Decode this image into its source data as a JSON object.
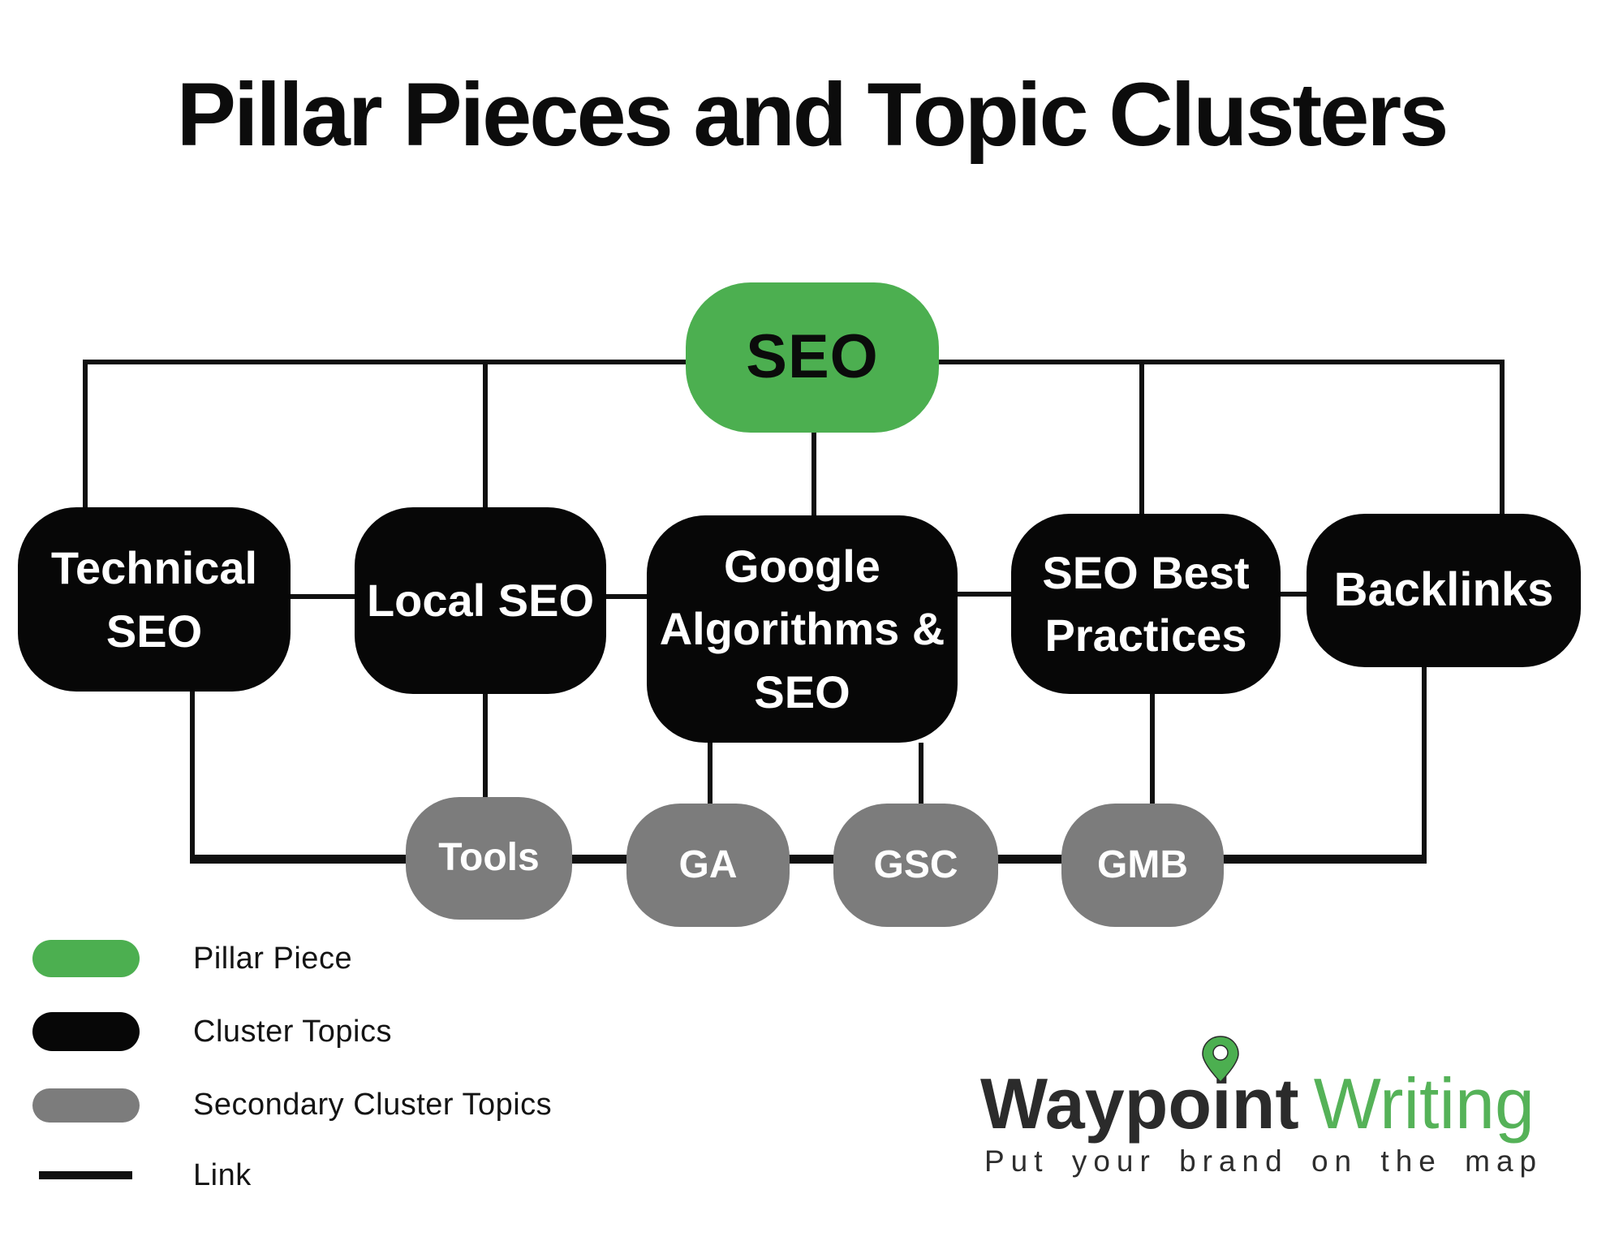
{
  "title": "Pillar Pieces and Topic Clusters",
  "colors": {
    "pillar_green": "#4caf50",
    "cluster_black": "#070707",
    "secondary_gray": "#7c7c7c",
    "line_black": "#101010",
    "logo_dark": "#2b2b2b",
    "logo_green": "#55b258"
  },
  "diagram": {
    "pillar": {
      "label": "SEO"
    },
    "clusters": [
      {
        "label": "Technical SEO"
      },
      {
        "label": "Local SEO"
      },
      {
        "label": "Google Algorithms & SEO"
      },
      {
        "label": "SEO Best Practices"
      },
      {
        "label": "Backlinks"
      }
    ],
    "secondary_clusters": [
      {
        "label": "Tools"
      },
      {
        "label": "GA"
      },
      {
        "label": "GSC"
      },
      {
        "label": "GMB"
      }
    ]
  },
  "legend": {
    "items": [
      {
        "label": "Pillar Piece"
      },
      {
        "label": "Cluster Topics"
      },
      {
        "label": "Secondary Cluster Topics"
      },
      {
        "label": "Link"
      }
    ]
  },
  "logo": {
    "brand_first": "Waypoint",
    "brand_second": "Writing",
    "tagline": "Put your brand on the map"
  }
}
